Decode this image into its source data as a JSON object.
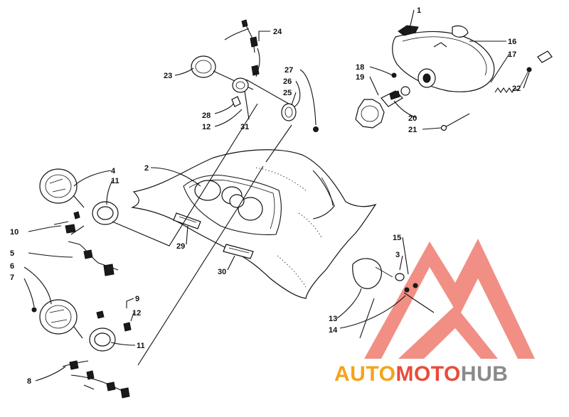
{
  "diagram": {
    "callouts": [
      {
        "id": "c1",
        "label": "1"
      },
      {
        "id": "c2",
        "label": "2"
      },
      {
        "id": "c3",
        "label": "3"
      },
      {
        "id": "c4",
        "label": "4"
      },
      {
        "id": "c5",
        "label": "5"
      },
      {
        "id": "c6",
        "label": "6"
      },
      {
        "id": "c7",
        "label": "7"
      },
      {
        "id": "c8",
        "label": "8"
      },
      {
        "id": "c9",
        "label": "9"
      },
      {
        "id": "c10",
        "label": "10"
      },
      {
        "id": "c11a",
        "label": "11"
      },
      {
        "id": "c11b",
        "label": "11"
      },
      {
        "id": "c12a",
        "label": "12"
      },
      {
        "id": "c12b",
        "label": "12"
      },
      {
        "id": "c13",
        "label": "13"
      },
      {
        "id": "c14",
        "label": "14"
      },
      {
        "id": "c15",
        "label": "15"
      },
      {
        "id": "c16",
        "label": "16"
      },
      {
        "id": "c17",
        "label": "17"
      },
      {
        "id": "c18",
        "label": "18"
      },
      {
        "id": "c19",
        "label": "19"
      },
      {
        "id": "c20",
        "label": "20"
      },
      {
        "id": "c21",
        "label": "21"
      },
      {
        "id": "c22",
        "label": "22"
      },
      {
        "id": "c23",
        "label": "23"
      },
      {
        "id": "c24",
        "label": "24"
      },
      {
        "id": "c25",
        "label": "25"
      },
      {
        "id": "c26",
        "label": "26"
      },
      {
        "id": "c27",
        "label": "27"
      },
      {
        "id": "c28",
        "label": "28"
      },
      {
        "id": "c29",
        "label": "29"
      },
      {
        "id": "c30",
        "label": "30"
      },
      {
        "id": "c31",
        "label": "31"
      }
    ]
  },
  "watermark": {
    "part1": "AUTO",
    "part2": "MOTO",
    "part3": "HUB",
    "color_orange": "#f5a31a",
    "color_red": "#e94b3c",
    "color_gray": "#8a8a8a"
  }
}
